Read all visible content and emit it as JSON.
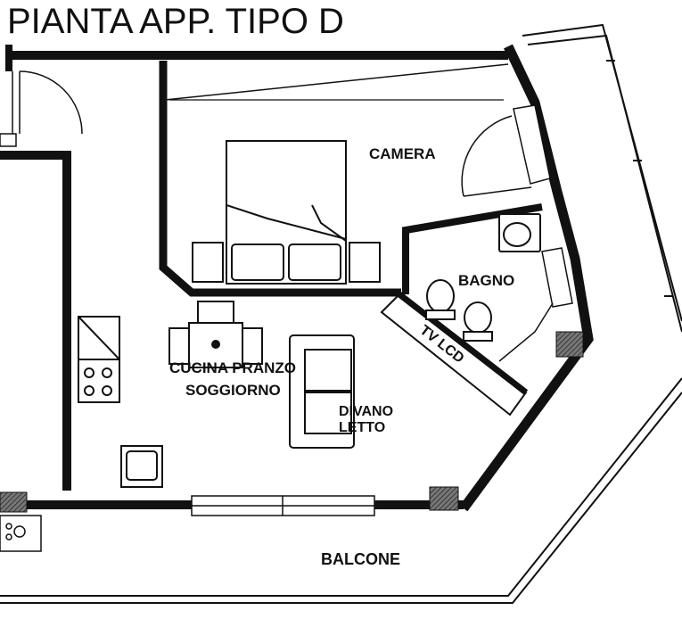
{
  "title": "PIANTA APP. TIPO D",
  "rooms": {
    "camera": "CAMERA",
    "bagno": "BAGNO",
    "tv": "TV LCD",
    "cucina_line1": "CUCINA PRANZO",
    "cucina_line2": "SOGGIORNO",
    "divano_line1": "DIVANO",
    "divano_line2": "LETTO",
    "balcone": "BALCONE"
  },
  "colors": {
    "ink": "#111111",
    "hatch": "#555555",
    "background": "#ffffff"
  }
}
